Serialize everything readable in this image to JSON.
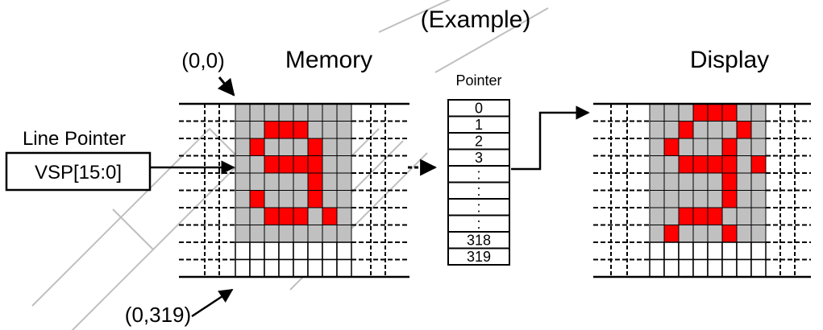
{
  "title": "(Example)",
  "memory": {
    "label": "Memory",
    "origin_label": "(0,0)",
    "end_label": "(0,319)"
  },
  "line_pointer": {
    "label": "Line Pointer",
    "register": "VSP[15:0]"
  },
  "pointer": {
    "label": "Pointer",
    "entries": [
      "0",
      "1",
      "2",
      "3",
      ":",
      ":",
      ":",
      ":",
      "318",
      "319"
    ]
  },
  "display": {
    "label": "Display"
  },
  "colors": {
    "pixel_on": "#ff0000",
    "pixel_bg": "#c0c0c0",
    "pixel_blank": "#ffffff",
    "grid": "#000000",
    "watermark": "#000000"
  },
  "icons": [
    "arrow-right-icon"
  ],
  "memory_pattern": [
    "........",
    "..RRR...",
    ".R...R..",
    "..RRRR..",
    ".....R..",
    ".R...R..",
    "..RRR.R.",
    "........"
  ],
  "display_pattern": [
    "...RRR..",
    "..R...R.",
    ".R...R..",
    "..RRRR.R",
    ".....R..",
    ".....R..",
    "..RRR...",
    ".R...R.."
  ]
}
